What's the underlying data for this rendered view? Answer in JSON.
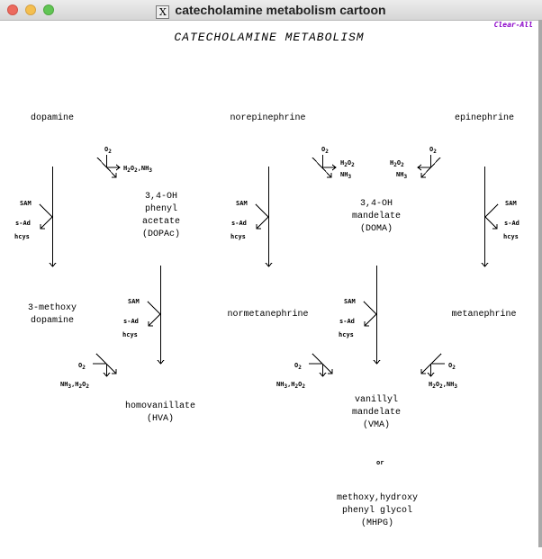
{
  "window": {
    "title": "catecholamine metabolism cartoon",
    "clear_all": "Clear-All"
  },
  "title": "CATECHOLAMINE METABOLISM",
  "compounds": {
    "dopamine": "dopamine",
    "norepinephrine": "norepinephrine",
    "epinephrine": "epinephrine",
    "dopac": "3,4-OH\nphenyl\nacetate\n(DOPAc)",
    "doma": "3,4-OH\nmandelate\n(DOMA)",
    "methoxydopamine": "3-methoxy\ndopamine",
    "normetanephrine": "normetanephrine",
    "metanephrine": "metanephrine",
    "hva": "homovanillate\n(HVA)",
    "vma": "vanillyl\nmandelate\n(VMA)",
    "or": "or",
    "mhpg": "methoxy,hydroxy\nphenyl glycol\n(MHPG)"
  },
  "reagents": {
    "sam": "SAM",
    "sad": "s-Ad",
    "hcys": "hcys",
    "o2": "O2",
    "h2o2_nh3": "H2O2,NH3",
    "nh3_h2o2": "NH3,H2O2",
    "h2o2": "H2O2",
    "nh3": "NH3"
  }
}
